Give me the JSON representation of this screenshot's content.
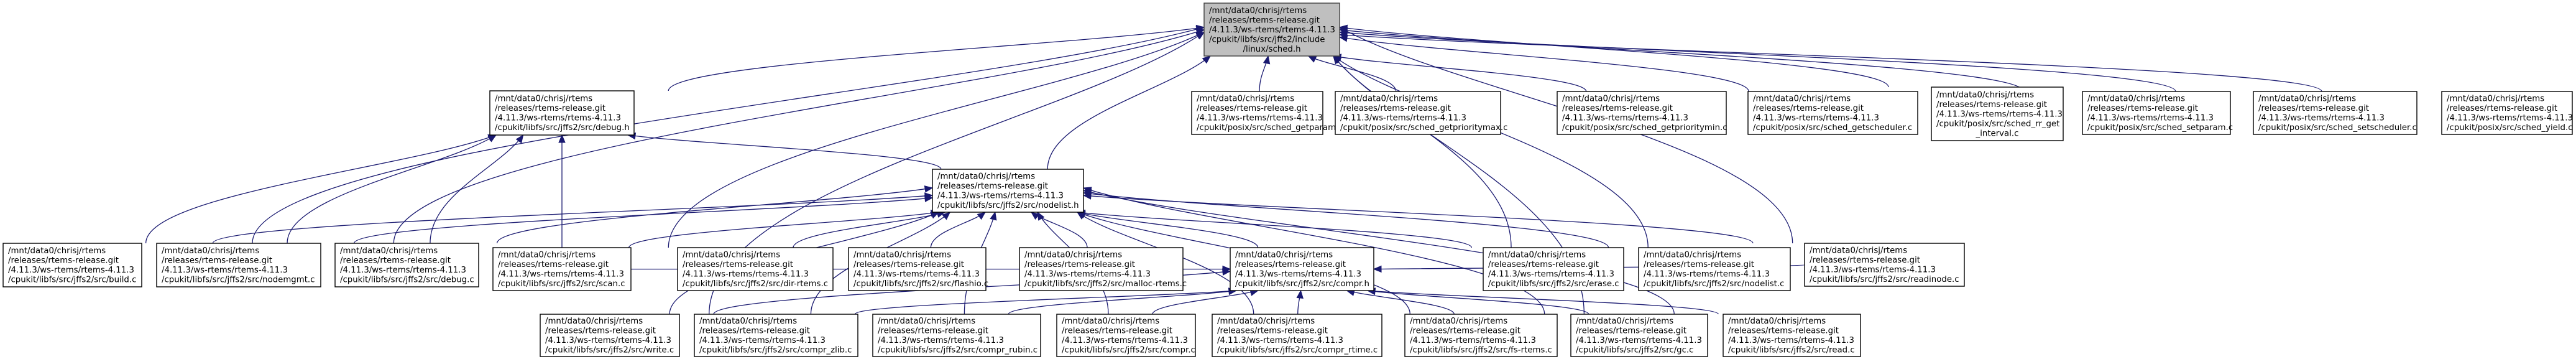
{
  "graph": {
    "type": "include-dependency-graph",
    "edge_color": "#191970",
    "root_fill": "#bfbfbf",
    "nodes": [
      {
        "id": "sched_h",
        "root": true,
        "lines": [
          "/mnt/data0/chrisj/rtems",
          "/releases/rtems-release.git",
          "/4.11.3/ws-rtems/rtems-4.11.3",
          "/cpukit/libfs/src/jffs2/include",
          "/linux/sched.h"
        ]
      },
      {
        "id": "debug_h",
        "lines": [
          "/mnt/data0/chrisj/rtems",
          "/releases/rtems-release.git",
          "/4.11.3/ws-rtems/rtems-4.11.3",
          "/cpukit/libfs/src/jffs2/src/debug.h"
        ]
      },
      {
        "id": "sched_getparam",
        "lines": [
          "/mnt/data0/chrisj/rtems",
          "/releases/rtems-release.git",
          "/4.11.3/ws-rtems/rtems-4.11.3",
          "/cpukit/posix/src/sched_getparam.c"
        ]
      },
      {
        "id": "sched_getprioritymax",
        "lines": [
          "/mnt/data0/chrisj/rtems",
          "/releases/rtems-release.git",
          "/4.11.3/ws-rtems/rtems-4.11.3",
          "/cpukit/posix/src/sched_getprioritymax.c"
        ]
      },
      {
        "id": "sched_getprioritymin",
        "lines": [
          "/mnt/data0/chrisj/rtems",
          "/releases/rtems-release.git",
          "/4.11.3/ws-rtems/rtems-4.11.3",
          "/cpukit/posix/src/sched_getprioritymin.c"
        ]
      },
      {
        "id": "sched_getscheduler",
        "lines": [
          "/mnt/data0/chrisj/rtems",
          "/releases/rtems-release.git",
          "/4.11.3/ws-rtems/rtems-4.11.3",
          "/cpukit/posix/src/sched_getscheduler.c"
        ]
      },
      {
        "id": "sched_rr_get_interval",
        "lines": [
          "/mnt/data0/chrisj/rtems",
          "/releases/rtems-release.git",
          "/4.11.3/ws-rtems/rtems-4.11.3",
          "/cpukit/posix/src/sched_rr_get",
          "_interval.c"
        ]
      },
      {
        "id": "sched_setparam",
        "lines": [
          "/mnt/data0/chrisj/rtems",
          "/releases/rtems-release.git",
          "/4.11.3/ws-rtems/rtems-4.11.3",
          "/cpukit/posix/src/sched_setparam.c"
        ]
      },
      {
        "id": "sched_setscheduler",
        "lines": [
          "/mnt/data0/chrisj/rtems",
          "/releases/rtems-release.git",
          "/4.11.3/ws-rtems/rtems-4.11.3",
          "/cpukit/posix/src/sched_setscheduler.c"
        ]
      },
      {
        "id": "sched_yield",
        "lines": [
          "/mnt/data0/chrisj/rtems",
          "/releases/rtems-release.git",
          "/4.11.3/ws-rtems/rtems-4.11.3",
          "/cpukit/posix/src/sched_yield.c"
        ]
      },
      {
        "id": "nodelist_h",
        "lines": [
          "/mnt/data0/chrisj/rtems",
          "/releases/rtems-release.git",
          "/4.11.3/ws-rtems/rtems-4.11.3",
          "/cpukit/libfs/src/jffs2/src/nodelist.h"
        ]
      },
      {
        "id": "build_c",
        "lines": [
          "/mnt/data0/chrisj/rtems",
          "/releases/rtems-release.git",
          "/4.11.3/ws-rtems/rtems-4.11.3",
          "/cpukit/libfs/src/jffs2/src/build.c"
        ]
      },
      {
        "id": "nodemgmt_c",
        "lines": [
          "/mnt/data0/chrisj/rtems",
          "/releases/rtems-release.git",
          "/4.11.3/ws-rtems/rtems-4.11.3",
          "/cpukit/libfs/src/jffs2/src/nodemgmt.c"
        ]
      },
      {
        "id": "debug_c",
        "lines": [
          "/mnt/data0/chrisj/rtems",
          "/releases/rtems-release.git",
          "/4.11.3/ws-rtems/rtems-4.11.3",
          "/cpukit/libfs/src/jffs2/src/debug.c"
        ]
      },
      {
        "id": "scan_c",
        "lines": [
          "/mnt/data0/chrisj/rtems",
          "/releases/rtems-release.git",
          "/4.11.3/ws-rtems/rtems-4.11.3",
          "/cpukit/libfs/src/jffs2/src/scan.c"
        ]
      },
      {
        "id": "dir_rtems_c",
        "lines": [
          "/mnt/data0/chrisj/rtems",
          "/releases/rtems-release.git",
          "/4.11.3/ws-rtems/rtems-4.11.3",
          "/cpukit/libfs/src/jffs2/src/dir-rtems.c"
        ]
      },
      {
        "id": "flashio_c",
        "lines": [
          "/mnt/data0/chrisj/rtems",
          "/releases/rtems-release.git",
          "/4.11.3/ws-rtems/rtems-4.11.3",
          "/cpukit/libfs/src/jffs2/src/flashio.c"
        ]
      },
      {
        "id": "malloc_rtems_c",
        "lines": [
          "/mnt/data0/chrisj/rtems",
          "/releases/rtems-release.git",
          "/4.11.3/ws-rtems/rtems-4.11.3",
          "/cpukit/libfs/src/jffs2/src/malloc-rtems.c"
        ]
      },
      {
        "id": "compr_h",
        "lines": [
          "/mnt/data0/chrisj/rtems",
          "/releases/rtems-release.git",
          "/4.11.3/ws-rtems/rtems-4.11.3",
          "/cpukit/libfs/src/jffs2/src/compr.h"
        ]
      },
      {
        "id": "erase_c",
        "lines": [
          "/mnt/data0/chrisj/rtems",
          "/releases/rtems-release.git",
          "/4.11.3/ws-rtems/rtems-4.11.3",
          "/cpukit/libfs/src/jffs2/src/erase.c"
        ]
      },
      {
        "id": "nodelist_c",
        "lines": [
          "/mnt/data0/chrisj/rtems",
          "/releases/rtems-release.git",
          "/4.11.3/ws-rtems/rtems-4.11.3",
          "/cpukit/libfs/src/jffs2/src/nodelist.c"
        ]
      },
      {
        "id": "readinode_c",
        "lines": [
          "/mnt/data0/chrisj/rtems",
          "/releases/rtems-release.git",
          "/4.11.3/ws-rtems/rtems-4.11.3",
          "/cpukit/libfs/src/jffs2/src/readinode.c"
        ]
      },
      {
        "id": "write_c",
        "lines": [
          "/mnt/data0/chrisj/rtems",
          "/releases/rtems-release.git",
          "/4.11.3/ws-rtems/rtems-4.11.3",
          "/cpukit/libfs/src/jffs2/src/write.c"
        ]
      },
      {
        "id": "compr_zlib_c",
        "lines": [
          "/mnt/data0/chrisj/rtems",
          "/releases/rtems-release.git",
          "/4.11.3/ws-rtems/rtems-4.11.3",
          "/cpukit/libfs/src/jffs2/src/compr_zlib.c"
        ]
      },
      {
        "id": "compr_rubin_c",
        "lines": [
          "/mnt/data0/chrisj/rtems",
          "/releases/rtems-release.git",
          "/4.11.3/ws-rtems/rtems-4.11.3",
          "/cpukit/libfs/src/jffs2/src/compr_rubin.c"
        ]
      },
      {
        "id": "compr_c",
        "lines": [
          "/mnt/data0/chrisj/rtems",
          "/releases/rtems-release.git",
          "/4.11.3/ws-rtems/rtems-4.11.3",
          "/cpukit/libfs/src/jffs2/src/compr.c"
        ]
      },
      {
        "id": "compr_rtime_c",
        "lines": [
          "/mnt/data0/chrisj/rtems",
          "/releases/rtems-release.git",
          "/4.11.3/ws-rtems/rtems-4.11.3",
          "/cpukit/libfs/src/jffs2/src/compr_rtime.c"
        ]
      },
      {
        "id": "fs_rtems_c",
        "lines": [
          "/mnt/data0/chrisj/rtems",
          "/releases/rtems-release.git",
          "/4.11.3/ws-rtems/rtems-4.11.3",
          "/cpukit/libfs/src/jffs2/src/fs-rtems.c"
        ]
      },
      {
        "id": "gc_c",
        "lines": [
          "/mnt/data0/chrisj/rtems",
          "/releases/rtems-release.git",
          "/4.11.3/ws-rtems/rtems-4.11.3",
          "/cpukit/libfs/src/jffs2/src/gc.c"
        ]
      },
      {
        "id": "read_c",
        "lines": [
          "/mnt/data0/chrisj/rtems",
          "/releases/rtems-release.git",
          "/4.11.3/ws-rtems/rtems-4.11.3",
          "/cpukit/libfs/src/jffs2/src/read.c"
        ]
      }
    ],
    "edges": [
      [
        "debug_h",
        "sched_h"
      ],
      [
        "sched_getparam",
        "sched_h"
      ],
      [
        "sched_getprioritymax",
        "sched_h"
      ],
      [
        "sched_getprioritymin",
        "sched_h"
      ],
      [
        "sched_getscheduler",
        "sched_h"
      ],
      [
        "sched_rr_get_interval",
        "sched_h"
      ],
      [
        "sched_setparam",
        "sched_h"
      ],
      [
        "sched_setscheduler",
        "sched_h"
      ],
      [
        "sched_yield",
        "sched_h"
      ],
      [
        "nodelist_h",
        "sched_h"
      ],
      [
        "build_c",
        "sched_h"
      ],
      [
        "nodemgmt_c",
        "sched_h"
      ],
      [
        "scan_c",
        "sched_h"
      ],
      [
        "erase_c",
        "sched_h"
      ],
      [
        "nodelist_c",
        "sched_h"
      ],
      [
        "readinode_c",
        "sched_h"
      ],
      [
        "gc_c",
        "sched_h"
      ],
      [
        "write_c",
        "sched_h"
      ],
      [
        "nodelist_h",
        "debug_h"
      ],
      [
        "build_c",
        "debug_h"
      ],
      [
        "nodemgmt_c",
        "debug_h"
      ],
      [
        "debug_c",
        "debug_h"
      ],
      [
        "scan_c",
        "debug_h"
      ],
      [
        "build_c",
        "nodelist_h"
      ],
      [
        "nodemgmt_c",
        "nodelist_h"
      ],
      [
        "debug_c",
        "nodelist_h"
      ],
      [
        "scan_c",
        "nodelist_h"
      ],
      [
        "dir_rtems_c",
        "nodelist_h"
      ],
      [
        "flashio_c",
        "nodelist_h"
      ],
      [
        "malloc_rtems_c",
        "nodelist_h"
      ],
      [
        "compr_h",
        "nodelist_h"
      ],
      [
        "erase_c",
        "nodelist_h"
      ],
      [
        "nodelist_c",
        "nodelist_h"
      ],
      [
        "readinode_c",
        "nodelist_h"
      ],
      [
        "write_c",
        "nodelist_h"
      ],
      [
        "compr_zlib_c",
        "nodelist_h"
      ],
      [
        "compr_rubin_c",
        "nodelist_h"
      ],
      [
        "compr_c",
        "nodelist_h"
      ],
      [
        "compr_rtime_c",
        "nodelist_h"
      ],
      [
        "fs_rtems_c",
        "nodelist_h"
      ],
      [
        "gc_c",
        "nodelist_h"
      ],
      [
        "read_c",
        "nodelist_h"
      ],
      [
        "write_c",
        "compr_h"
      ],
      [
        "compr_zlib_c",
        "compr_h"
      ],
      [
        "compr_rubin_c",
        "compr_h"
      ],
      [
        "compr_c",
        "compr_h"
      ],
      [
        "compr_rtime_c",
        "compr_h"
      ],
      [
        "fs_rtems_c",
        "compr_h"
      ],
      [
        "gc_c",
        "compr_h"
      ],
      [
        "read_c",
        "compr_h"
      ],
      [
        "scan_c",
        "compr_h"
      ],
      [
        "readinode_c",
        "compr_h"
      ]
    ]
  }
}
